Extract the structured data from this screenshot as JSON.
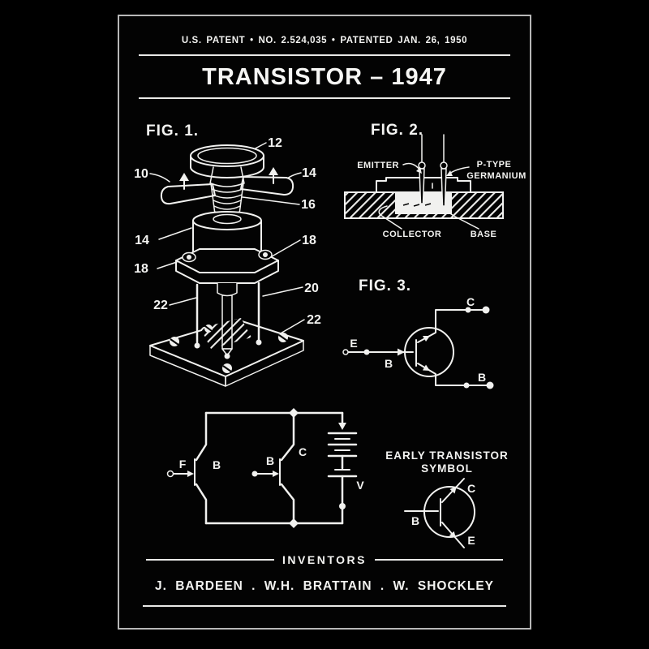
{
  "colors": {
    "background": "#000000",
    "poster_background": "#030303",
    "ink": "#f1f1ef",
    "border": "#b7b7b7"
  },
  "header": {
    "patent_line": "U.S. PATENT • NO. 2.524,035 • PATENTED JAN. 26, 1950",
    "title": "TRANSISTOR – 1947"
  },
  "fig1": {
    "label": "FIG. 1.",
    "callouts": {
      "c12": "12",
      "c10": "10",
      "c14_right": "14",
      "c16": "16",
      "c14_left": "14",
      "c18_right": "18",
      "c18_left": "18",
      "c20": "20",
      "c22_left": "22",
      "c22_right": "22"
    }
  },
  "fig2": {
    "label": "FIG. 2.",
    "emitter": "EMITTER",
    "p_type": "P-TYPE",
    "germanium": "GERMANIUM",
    "collector": "COLLECTOR",
    "base": "BASE"
  },
  "fig3": {
    "label": "FIG. 3.",
    "emitter": "E",
    "base_left": "B",
    "collector": "C",
    "base_right": "B"
  },
  "circuit": {
    "input": "F",
    "base1": "B",
    "base2": "B",
    "collector": "C",
    "battery": "V"
  },
  "early_symbol": {
    "title_line1": "EARLY TRANSISTOR",
    "title_line2": "SYMBOL",
    "base": "B",
    "collector": "C",
    "emitter": "E"
  },
  "inventors": {
    "heading": "INVENTORS",
    "names": "J. BARDEEN . W.H. BRATTAIN . W. SHOCKLEY"
  }
}
